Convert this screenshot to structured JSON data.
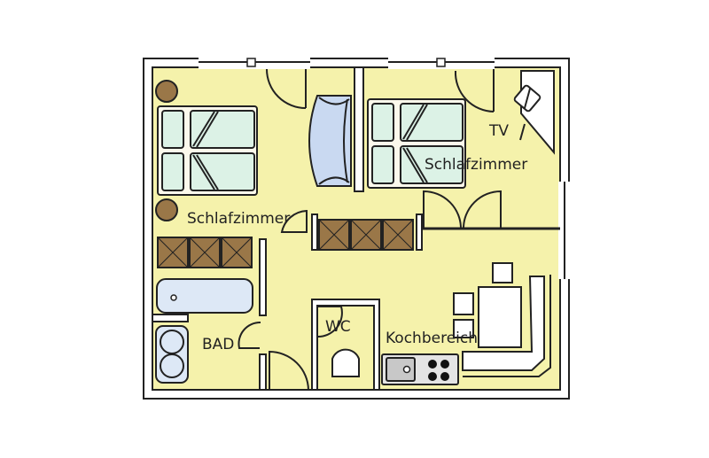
{
  "labels": {
    "bedroom_left": "Schlafzimmer",
    "bedroom_right": "Schlafzimmer",
    "tv": "TV",
    "bath": "BAD",
    "wc": "WC",
    "kitchen": "Kochbereich"
  },
  "colors": {
    "floor": "#f5f2ab",
    "bed": "#dcf2e6",
    "sofa": "#c9d9f1",
    "wardrobe": "#9a7748",
    "nightstand": "#9a7748",
    "wall": "#ffffff",
    "counter": "#c8c8c8"
  }
}
